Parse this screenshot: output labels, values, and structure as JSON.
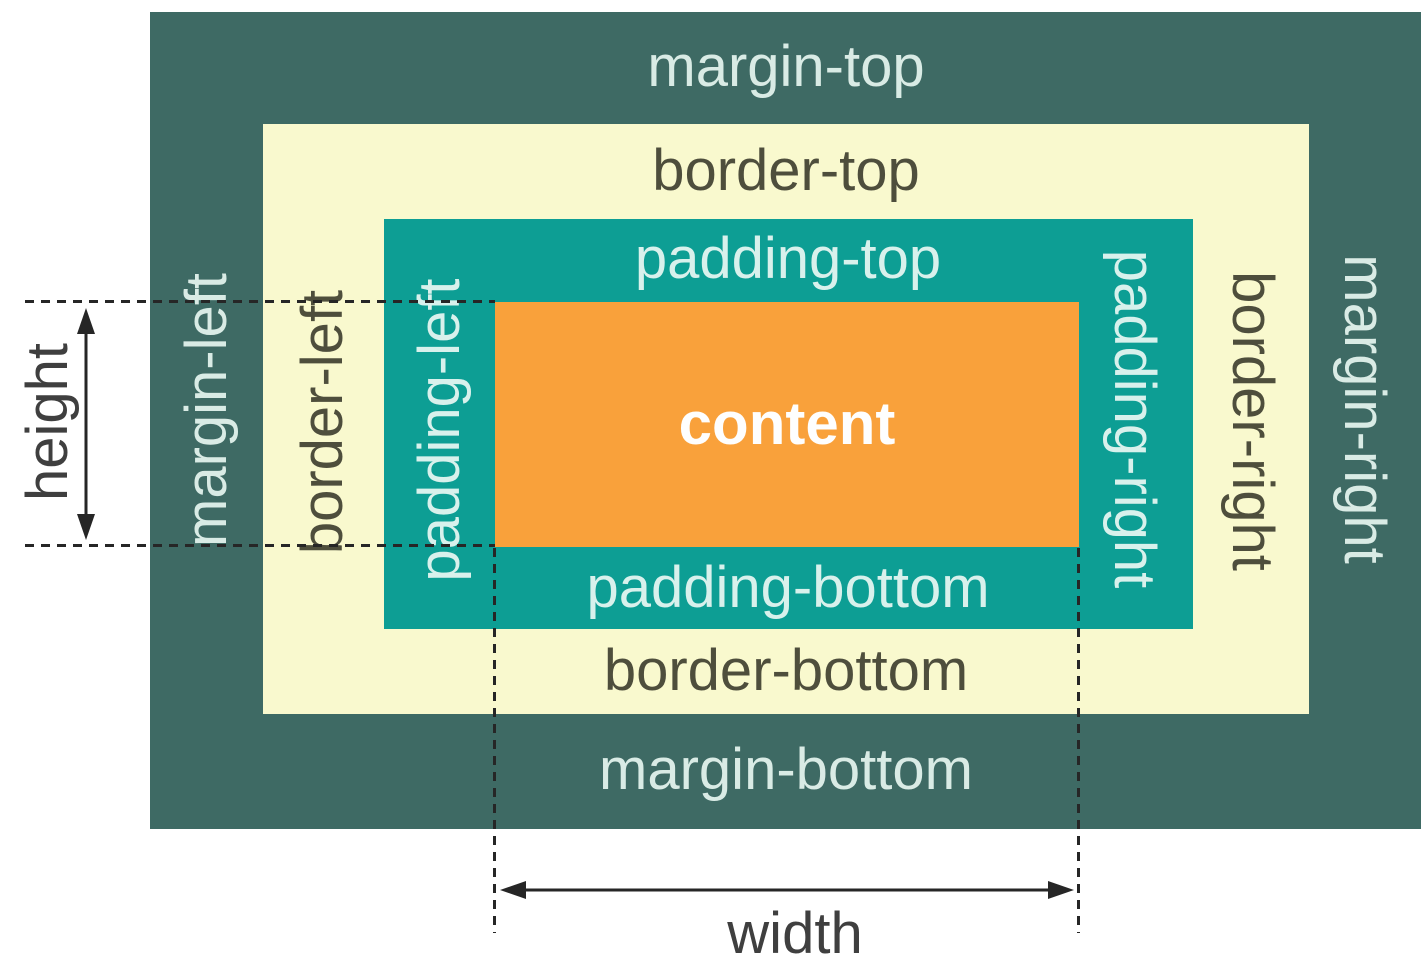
{
  "boxes": {
    "margin": {
      "color": "#3E6A64",
      "labels": {
        "top": "margin-top",
        "bottom": "margin-bottom",
        "left": "margin-left",
        "right": "margin-right"
      }
    },
    "border": {
      "color": "#F9F9CE",
      "labels": {
        "top": "border-top",
        "bottom": "border-bottom",
        "left": "border-left",
        "right": "border-right"
      }
    },
    "padding": {
      "color": "#0D9E94",
      "labels": {
        "top": "padding-top",
        "bottom": "padding-bottom",
        "left": "padding-left",
        "right": "padding-right"
      }
    },
    "content": {
      "color": "#F9A13B",
      "label": "content"
    }
  },
  "dimensions": {
    "height_label": "height",
    "width_label": "width"
  },
  "colors": {
    "margin_box": "#3E6A64",
    "border_box": "#F9F9CE",
    "padding_box": "#0D9E94",
    "content_box": "#F9A13B",
    "margin_text": "#D9EBE5",
    "border_text": "#4E4E3C",
    "padding_text": "#D8F1EC",
    "content_text": "#FEFEFE",
    "dimension_text": "#3F3F3F",
    "dash": "#262626"
  }
}
